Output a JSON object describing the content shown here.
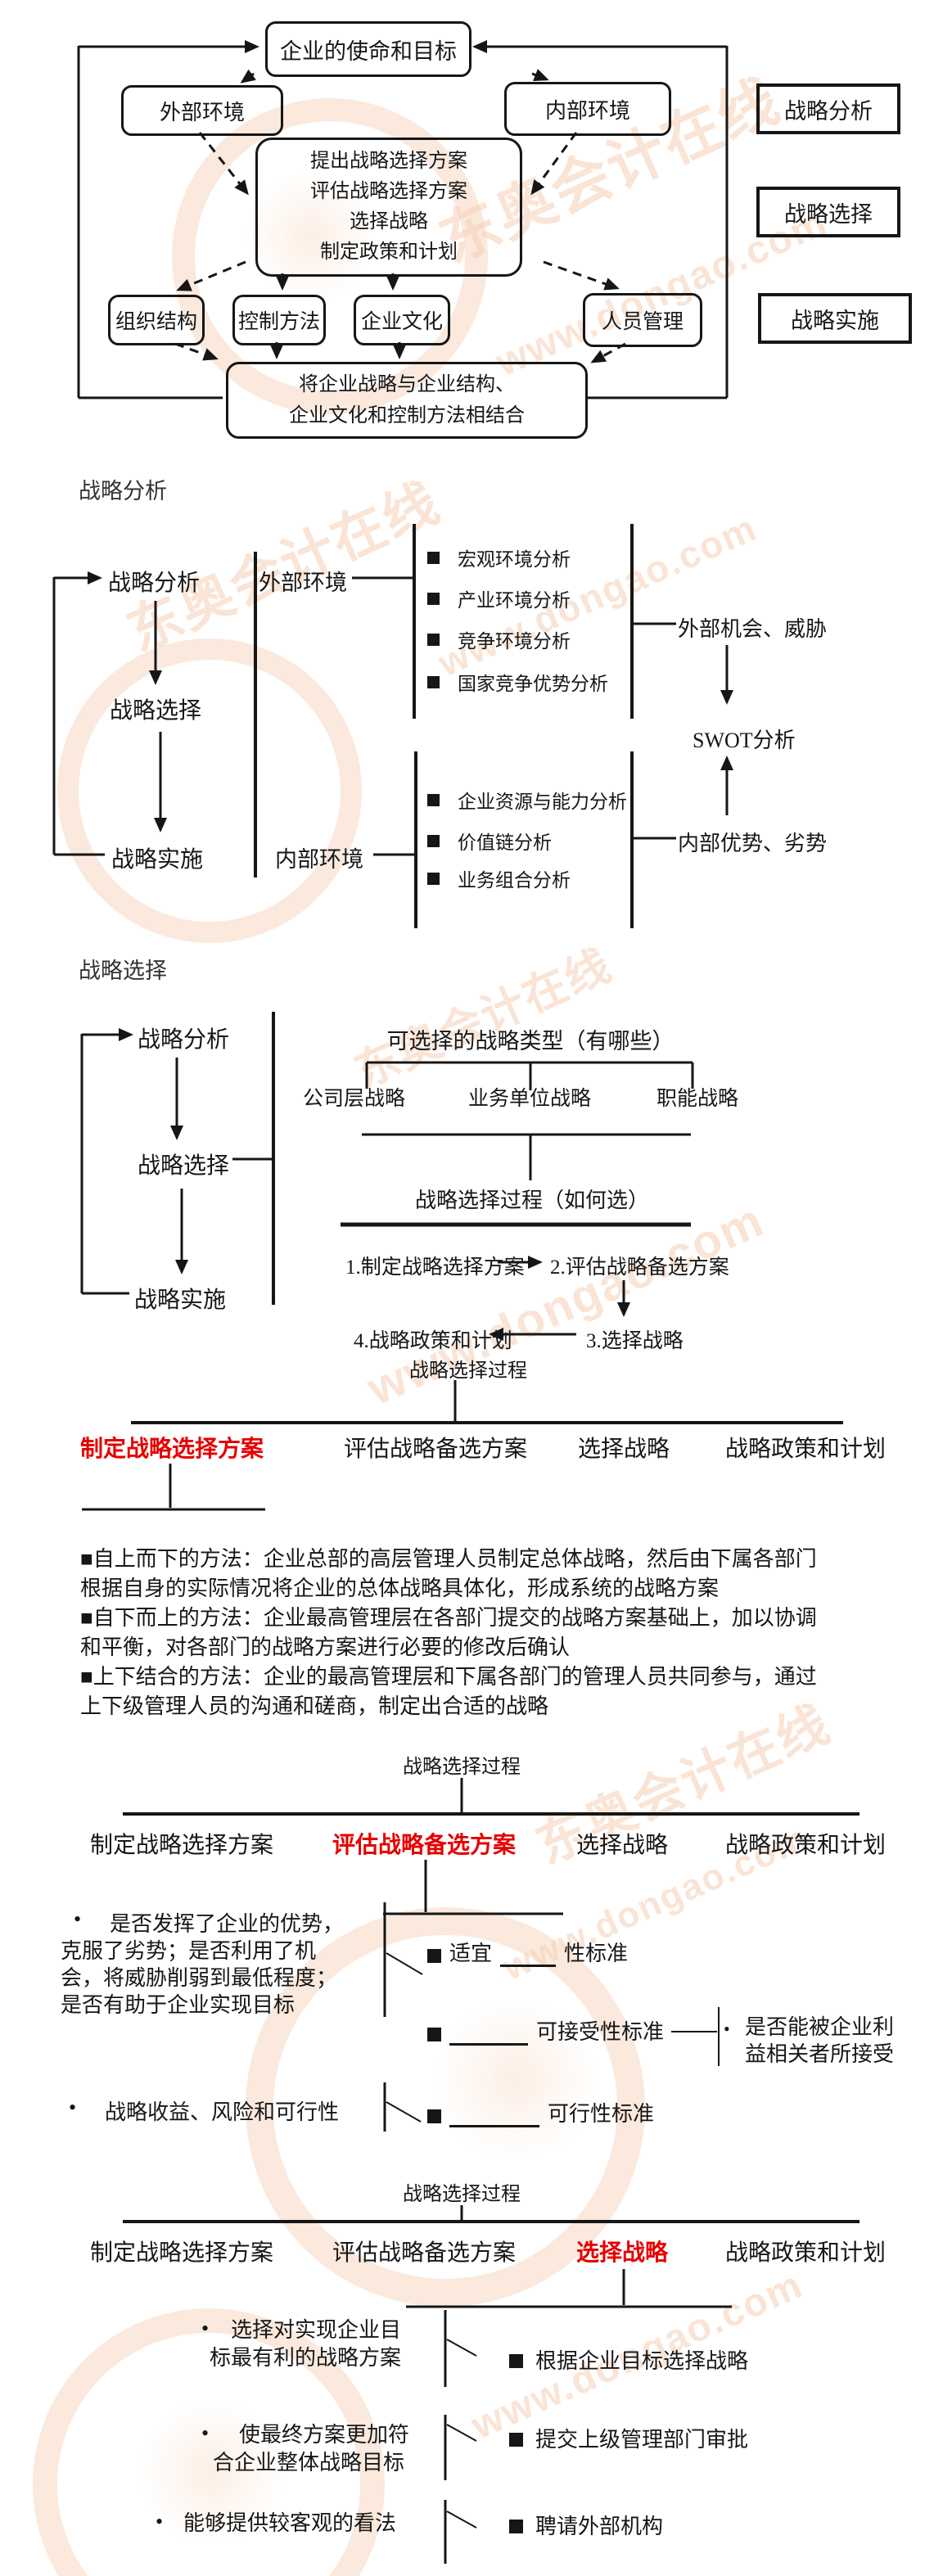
{
  "colors": {
    "ink": "#161616",
    "accent_red": "#e60000",
    "watermark_orange": "#f6cfb4"
  },
  "watermark": {
    "brand": "东奥会计在线",
    "url": "www.dongao.com"
  },
  "section1": {
    "mission": "企业的使命和目标",
    "external": "外部环境",
    "internal": "内部环境",
    "center_lines": [
      "提出战略选择方案",
      "评估战略选择方案",
      "选择战略",
      "制定政策和计划"
    ],
    "impl_row": [
      "组织结构",
      "控制方法",
      "企业文化",
      "人员管理"
    ],
    "bottom_lines": [
      "将企业战略与企业结构、",
      "企业文化和控制方法相结合"
    ],
    "legend": [
      "战略分析",
      "战略选择",
      "战略实施"
    ]
  },
  "analysis": {
    "heading": "战略分析",
    "flow": [
      "战略分析",
      "战略选择",
      "战略实施"
    ],
    "external_label": "外部环境",
    "external_items": [
      "宏观环境分析",
      "产业环境分析",
      "竞争环境分析",
      "国家竞争优势分析"
    ],
    "internal_label": "内部环境",
    "internal_items": [
      "企业资源与能力分析",
      "价值链分析",
      "业务组合分析"
    ],
    "external_result": "外部机会、威胁",
    "swot": "SWOT分析",
    "internal_result": "内部优势、劣势"
  },
  "choice": {
    "heading": "战略选择",
    "flow": [
      "战略分析",
      "战略选择",
      "战略实施"
    ],
    "types_title": "可选择的战略类型（有哪些）",
    "types": [
      "公司层战略",
      "业务单位战略",
      "职能战略"
    ],
    "process_title": "战略选择过程（如何选）",
    "steps": [
      "1.制定战略选择方案",
      "2.评估战略备选方案",
      "3.选择战略",
      "4.战略政策和计划"
    ],
    "process_caption": "战略选择过程"
  },
  "process_header": {
    "title": "战略选择过程",
    "items": [
      "制定战略选择方案",
      "评估战略备选方案",
      "选择战略",
      "战略政策和计划"
    ]
  },
  "methods": {
    "lines": [
      "■自上而下的方法：企业总部的高层管理人员制定总体战略，然后由下属各部门",
      "根据自身的实际情况将企业的总体战略具体化，形成系统的战略方案",
      "■自下而上的方法：企业最高管理层在各部门提交的战略方案基础上，加以协调",
      "和平衡，对各部门的战略方案进行必要的修改后确认",
      "■上下结合的方法：企业的最高管理层和下属各部门的管理人员共同参与，通过",
      "上下级管理人员的沟通和磋商，制定出合适的战略"
    ]
  },
  "evaluation": {
    "bullet1_lines": [
      "是否发挥了企业的优势，",
      "克服了劣势；是否利用了机",
      "会，将威胁削弱到最低程度；",
      "是否有助于企业实现目标"
    ],
    "bullet2": "战略收益、风险和可行性",
    "std1_pre": "适宜",
    "std1_post": "性标准",
    "std2_post": "可接受性标准",
    "std3_post": "可行性标准",
    "note_lines": [
      "是否能被企业利",
      "益相关者所接受"
    ]
  },
  "selection": {
    "bullet1_lines": [
      "选择对实现企业目",
      "标最有利的战略方案"
    ],
    "bullet2_lines": [
      "使最终方案更加符",
      "合企业整体战略目标"
    ],
    "bullet3": "能够提供较客观的看法",
    "point1": "根据企业目标选择战略",
    "point2": "提交上级管理部门审批",
    "point3": "聘请外部机构"
  }
}
